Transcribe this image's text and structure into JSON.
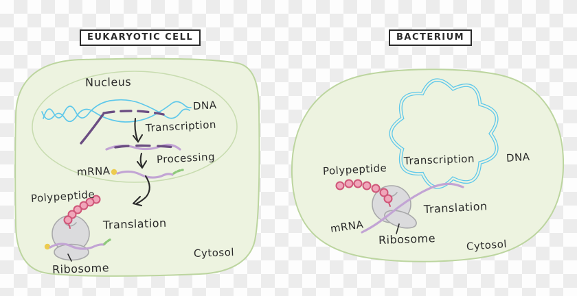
{
  "titles": {
    "left": "EUKARYOTIC CELL",
    "right": "BACTERIUM"
  },
  "eukaryote": {
    "nucleus": "Nucleus",
    "dna": "DNA",
    "transcription": "Transcription",
    "processing": "Processing",
    "mrna": "mRNA",
    "polypeptide": "Polypeptide",
    "translation": "Translation",
    "cytosol": "Cytosol",
    "ribosome": "Ribosome"
  },
  "bacterium": {
    "transcription": "Transcription",
    "dna": "DNA",
    "polypeptide": "Polypeptide",
    "translation": "Translation",
    "mrna": "mRNA",
    "ribosome": "Ribosome",
    "cytosol": "Cytosol"
  },
  "colors": {
    "checker_light": "#fdfdfd",
    "checker_dark": "#ececec",
    "box_bg": "#ffffff",
    "ink": "#2a2a2a",
    "cell_fill": "#edf3e0",
    "cell_stroke": "#bcd59f",
    "nucleus_stroke": "#c8dcb0",
    "dna_cyan": "#5ec8ea",
    "rna_light": "#c2a4d4",
    "rna_dark": "#6b4d82",
    "cap_yellow": "#eccb4f",
    "tail_green": "#8fc97c",
    "ribosome_fill": "#dbdbdd",
    "ribosome_stroke": "#a8a8aa",
    "bead_fill": "#f0a6ba",
    "bead_stroke": "#cf5578"
  }
}
